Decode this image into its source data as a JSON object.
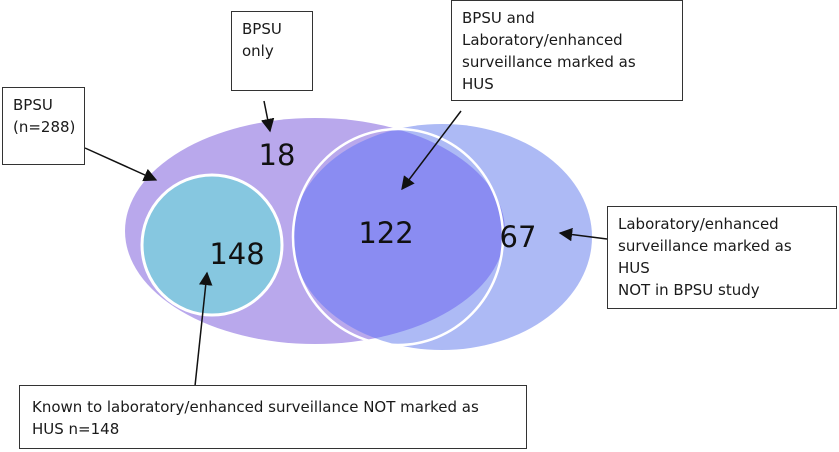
{
  "labels": {
    "bpsu_only": "BPSU\nonly",
    "bpsu_total": "BPSU\n(n=288)",
    "both": "BPSU and\nLaboratory/enhanced\nsurveillance marked as HUS",
    "lab_not_bpsu": "Laboratory/enhanced\nsurveillance marked as HUS\nNOT in BPSU study",
    "known_not_hus": "Known to laboratory/enhanced surveillance NOT marked as\nHUS n=148"
  },
  "counts": {
    "bpsu_only": "18",
    "known_not_hus": "148",
    "both": "122",
    "lab_not_bpsu": "67"
  },
  "colors": {
    "bpsu_ellipse": "#b9a8ec",
    "lab_ellipse": "#a9b6f4",
    "overlap": "#8a8cf2",
    "known_circle": "#86c7e0",
    "outline": "#ffffff"
  }
}
